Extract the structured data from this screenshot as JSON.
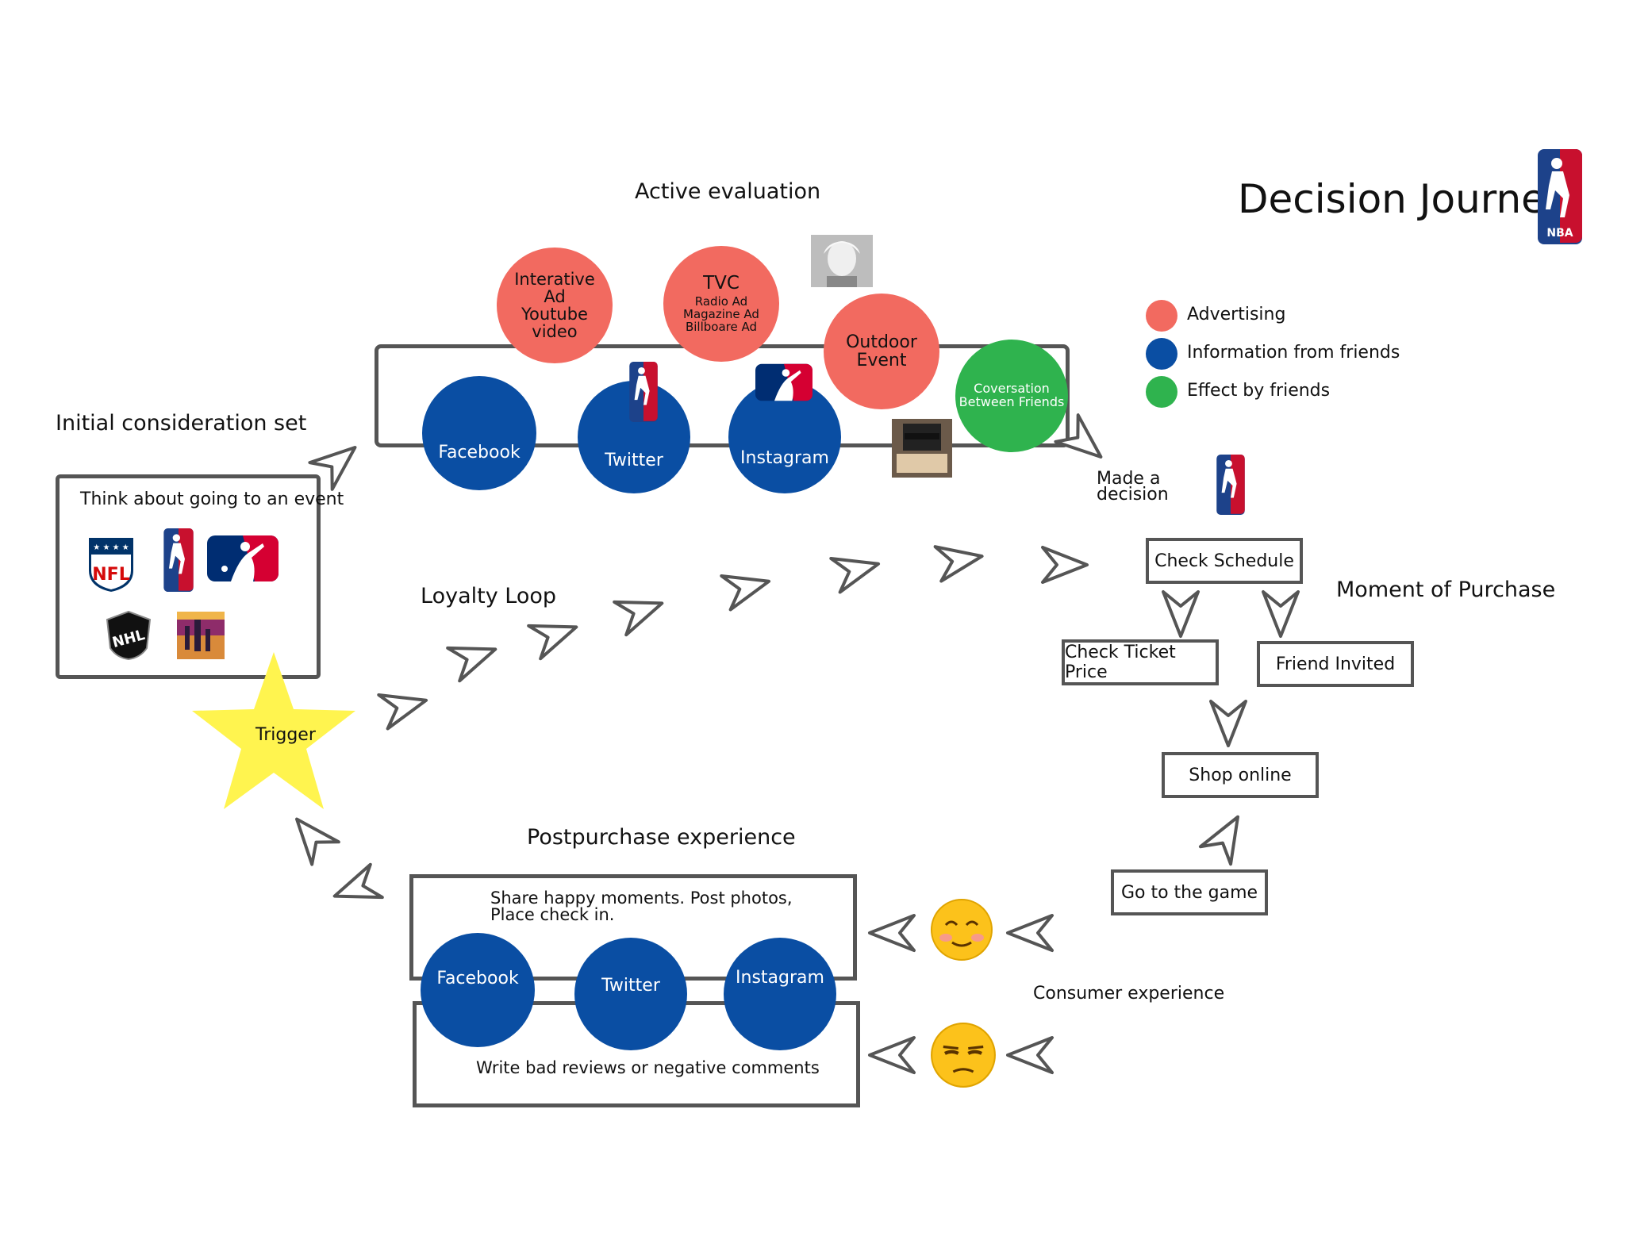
{
  "title": "Decision Journey",
  "legend": [
    {
      "label": "Advertising",
      "color": "#f26a60"
    },
    {
      "label": "Information from friends",
      "color": "#0a4ea3"
    },
    {
      "label": "Effect by friends",
      "color": "#2fb34e"
    }
  ],
  "sections": {
    "active_evaluation": "Active evaluation",
    "initial_consideration": "Initial consideration set",
    "loyalty_loop": "Loyalty Loop",
    "moment_of_purchase": "Moment of Purchase",
    "postpurchase": "Postpurchase experience",
    "consumer_experience": "Consumer experience",
    "made_decision": [
      "Made a",
      "decision"
    ]
  },
  "initial_set": {
    "caption": "Think about going to an event",
    "logos": [
      "nfl-logo",
      "nba-logo",
      "mlb-logo",
      "nhl-logo",
      "event-poster"
    ]
  },
  "trigger": "Trigger",
  "active_channels": {
    "blue": [
      "Facebook",
      "Twitter",
      "Instagram"
    ],
    "ads": [
      {
        "lines": [
          "Interative",
          "Ad",
          "Youtube",
          "video"
        ]
      },
      {
        "lines": [
          "TVC",
          "Radio Ad",
          "Magazine Ad",
          "Billboare Ad"
        ]
      },
      {
        "lines": [
          "Outdoor",
          "Event"
        ]
      }
    ],
    "friends": [
      "Coversation",
      "Between Friends"
    ]
  },
  "purchase_steps": {
    "check_schedule": "Check Schedule",
    "check_ticket_price": "Check Ticket Price",
    "friend_invited": "Friend Invited",
    "shop_online": "Shop online",
    "go_to_game": "Go to the game"
  },
  "postpurchase": {
    "positive": [
      "Share happy moments. Post photos,",
      "Place check in."
    ],
    "negative": "Write bad reviews or negative comments",
    "channels": [
      "Facebook",
      "Twitter",
      "Instagram"
    ]
  },
  "icons": {
    "happy": "smiling-face-icon",
    "unhappy": "unamused-face-icon",
    "arrow": "arrowhead-icon"
  }
}
